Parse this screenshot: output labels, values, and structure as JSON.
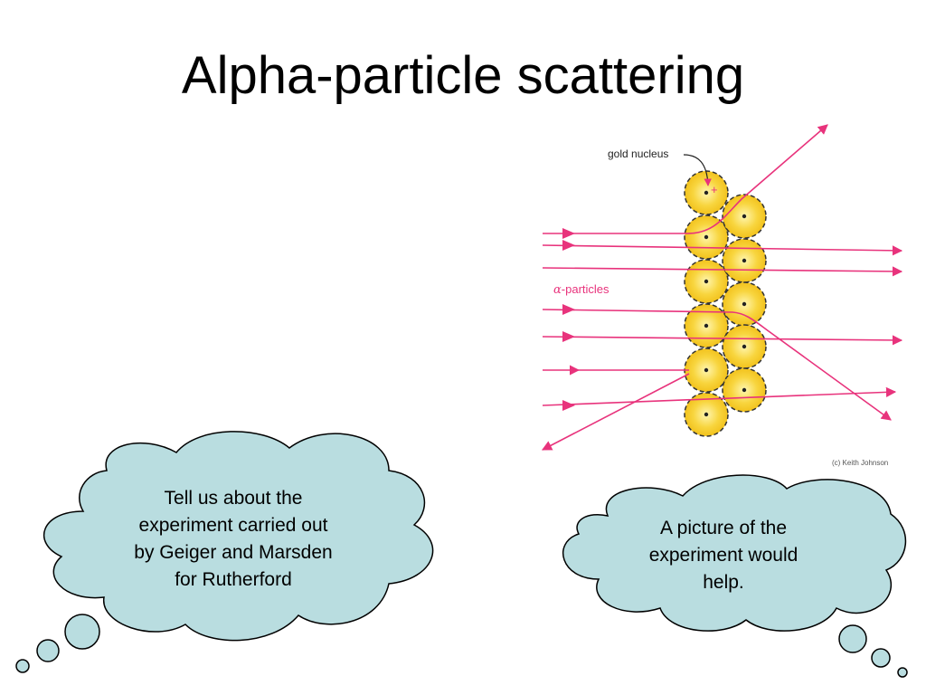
{
  "slide": {
    "title": "Alpha-particle scattering"
  },
  "diagram": {
    "label_nucleus": "gold nucleus",
    "label_alpha_greek": "α",
    "label_alpha_rest": "-particles",
    "nucleus_charge": "+",
    "credit": "(c) Keith Johnson",
    "colors": {
      "beam": "#e8337c",
      "atom_fill": "#f6cc2e",
      "atom_core": "#fff3a8",
      "label": "#e8337c"
    }
  },
  "clouds": {
    "left": {
      "lines": [
        "Tell us about the",
        "experiment carried out",
        "by Geiger and Marsden",
        "for Rutherford"
      ]
    },
    "right": {
      "lines": [
        "A picture of the",
        "experiment would",
        "help."
      ]
    },
    "fill": "#b9dde0"
  }
}
